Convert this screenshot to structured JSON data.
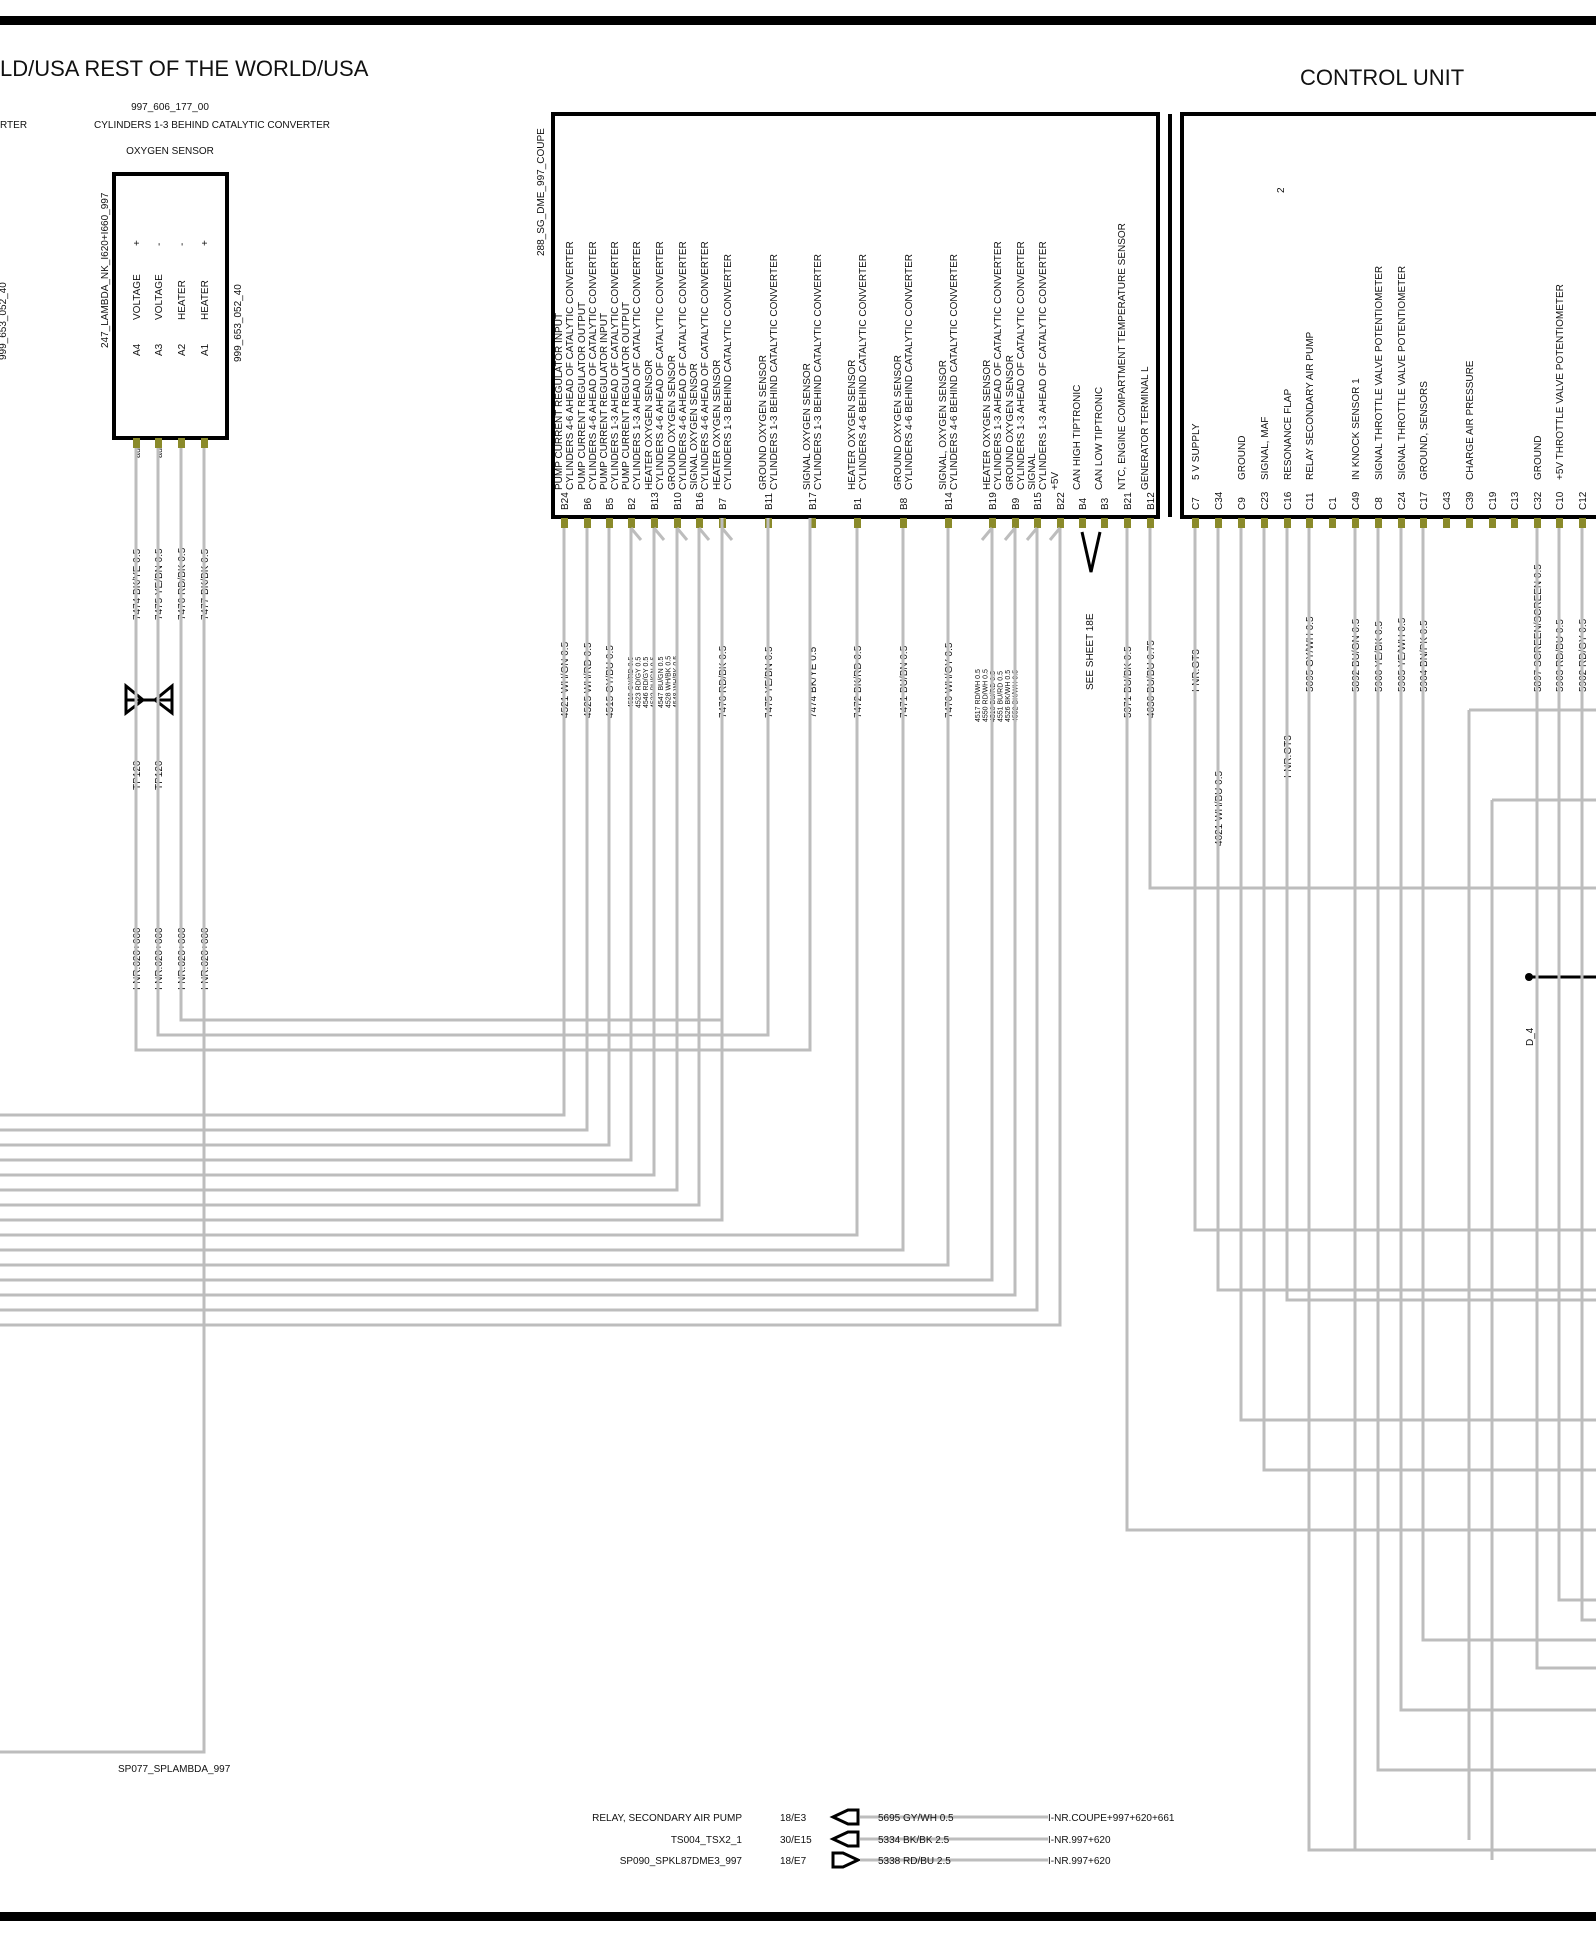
{
  "header_left": "LD/USA REST OF THE WORLD/USA",
  "header_control_unit": "CONTROL UNIT",
  "edge_text_left_top": "RTER",
  "edge_text_left_vertical": "999_653_052_40",
  "sensor": {
    "part_no": "997_606_177_00",
    "description": "CYLINDERS 1-3 BEHIND CATALYTIC CONVERTER",
    "name": "OXYGEN SENSOR",
    "connector_id": "247_LAMBDA_NK_I620+I660_997",
    "connector_part": "999_653_052_40",
    "pins": [
      {
        "pin": "A4",
        "label": "VOLTAGE",
        "polarity": "+",
        "wire": "7474 BK/YE 0.5",
        "tp": "TP120",
        "inr": "I-NR.620+660"
      },
      {
        "pin": "A3",
        "label": "VOLTAGE",
        "polarity": "-",
        "wire": "7475 YE/BN 0.5",
        "tp": "TP120",
        "inr": "I-NR.620+660"
      },
      {
        "pin": "A2",
        "label": "HEATER",
        "polarity": "-",
        "wire": "7476 RD/BK 0.5",
        "tp": "",
        "inr": "I-NR.620+660"
      },
      {
        "pin": "A1",
        "label": "HEATER",
        "polarity": "+",
        "wire": "7477 BK/BK 0.5",
        "tp": "",
        "inr": "I-NR.620+660"
      }
    ],
    "pin_end_labels": [
      "au",
      "au"
    ]
  },
  "dme": {
    "id": "288_SG_DME_997_COUPE",
    "pins": [
      {
        "pin": "B24",
        "l1": "PUMP CURRENT REGULATOR INPUT",
        "l2": "CYLINDERS 4-6 AHEAD OF CATALYTIC CONVERTER",
        "wire": "4521 WH/GN 0.5"
      },
      {
        "pin": "B6",
        "l1": "PUMP CURRENT REGULATOR OUTPUT",
        "l2": "CYLINDERS 4-6 AHEAD OF CATALYTIC CONVERTER",
        "wire": "4525 WH/RD 0.5"
      },
      {
        "pin": "B5",
        "l1": "PUMP CURRENT REGULATOR INPUT",
        "l2": "CYLINDERS 1-3 AHEAD OF CATALYTIC CONVERTER",
        "wire": "4515 GY/BU 0.5"
      },
      {
        "pin": "B2",
        "l1": "PUMP CURRENT REGULATOR OUTPUT",
        "l2": "CYLINDERS 1-3 AHEAD OF CATALYTIC CONVERTER",
        "wire": "4519 GY/RD 0.5"
      },
      {
        "pin": "B13",
        "l1": "HEATER    OXYGEN SENSOR",
        "l2": "CYLINDERS 4-6 AHEAD OF CATALYTIC CONVERTER",
        "wire": "4523 RD/GY 0.5"
      },
      {
        "pin": "B10",
        "l1": "GROUND    OXYGEN SENSOR",
        "l2": "CYLINDERS 4-6 AHEAD OF CATALYTIC CONVERTER",
        "wire": "4522 BU/GN 0.5"
      },
      {
        "pin": "B16",
        "l1": "SIGNAL    OXYGEN SENSOR",
        "l2": "CYLINDERS 4-6 AHEAD OF CATALYTIC CONVERTER",
        "wire": "4528 WH/BK 0.5"
      },
      {
        "pin": "B7",
        "l1": "HEATER    OXYGEN SENSOR",
        "l2": "CYLINDERS 1-3 BEHIND CATALYTIC CONVERTER",
        "wire": "7476 RD/BK 0.5"
      },
      {
        "pin": "B11",
        "l1": "GROUND    OXYGEN SENSOR",
        "l2": "CYLINDERS 1-3 BEHIND CATALYTIC CONVERTER",
        "wire": "7475 YE/BN 0.5"
      },
      {
        "pin": "B17",
        "l1": "SIGNAL    OXYGEN SENSOR",
        "l2": "CYLINDERS 1-3 BEHIND CATALYTIC CONVERTER",
        "wire": "7474 BK/YE 0.5"
      },
      {
        "pin": "B1",
        "l1": "HEATER    OXYGEN SENSOR",
        "l2": "CYLINDERS 4-6 BEHIND CATALYTIC CONVERTER",
        "wire": "7472 BK/RD 0.5"
      },
      {
        "pin": "B8",
        "l1": "GROUND    OXYGEN SENSOR",
        "l2": "CYLINDERS 4-6 BEHIND CATALYTIC CONVERTER",
        "wire": "7471 BU/BN 0.5"
      },
      {
        "pin": "B14",
        "l1": "SIGNAL, OXYGEN SENSOR",
        "l2": "CYLINDERS 4-6 BEHIND CATALYTIC CONVERTER",
        "wire": "7470 WH/GY 0.5"
      },
      {
        "pin": "B19",
        "l1": "HEATER    OXYGEN SENSOR",
        "l2": "CYLINDERS 1-3 AHEAD OF CATALYTIC CONVERTER",
        "wire": "4517 RD/WH 0.5"
      },
      {
        "pin": "B9",
        "l1": "GROUND    OXYGEN SENSOR",
        "l2": "CYLINDERS 1-3 AHEAD OF CATALYTIC CONVERTER",
        "wire": "4516 BU/RD 0.5"
      },
      {
        "pin": "B15",
        "l1": "SIGNAL",
        "l2": "CYLINDERS 1-3 AHEAD OF CATALYTIC CONVERTER",
        "wire": "4526 BK/WH 0.5"
      },
      {
        "pin": "B22",
        "l1": "+5V",
        "l2": "",
        "wire": ""
      },
      {
        "pin": "B4",
        "l1": "CAN HIGH      TIPTRONIC",
        "l2": "",
        "wire": ""
      },
      {
        "pin": "B3",
        "l1": "CAN LOW       TIPTRONIC",
        "l2": "",
        "wire": ""
      },
      {
        "pin": "B21",
        "l1": "NTC, ENGINE COMPARTMENT TEMPERATURE SENSOR",
        "l2": "",
        "wire": "5371 BU/BK 0.5"
      },
      {
        "pin": "B12",
        "l1": "GENERATOR     TERMINAL L",
        "l2": "",
        "wire": "4636 BU/BU 0.75"
      }
    ],
    "small_wires_left": [
      "4519 GY/RD 0.5",
      "4523 RD/GY 0.5",
      "4546 RD/GY 0.5",
      "4522 BU/GN 0.5",
      "4547 BU/GN 0.5",
      "4528 WH/BK 0.5",
      "4548 WH/BK 0.5"
    ],
    "small_wires_right": [
      "4517 RD/WH 0.5",
      "4550 RD/WH 0.5",
      "4516 BU/RD 0.5",
      "4551 BU/RD 0.5",
      "4526 BK/WH 0.5",
      "4552 BK/WH 0.5"
    ],
    "see_sheet": "SEE SHEET 18E"
  },
  "control_unit": {
    "note_number": "2",
    "pins": [
      {
        "pin": "C7",
        "label": "5 V SUPPLY",
        "wire": "I-NR.GT3"
      },
      {
        "pin": "C34",
        "label": "",
        "wire": "4621 WH/BU 0.5"
      },
      {
        "pin": "C9",
        "label": "GROUND",
        "wire": ""
      },
      {
        "pin": "C23",
        "label": "SIGNAL, MAF",
        "wire": ""
      },
      {
        "pin": "C16",
        "label": "RESONANCE FLAP",
        "wire": "I-NR.GT3"
      },
      {
        "pin": "C11",
        "label": "RELAY     SECONDARY AIR PUMP",
        "wire": "5695 GY/WH 0.5"
      },
      {
        "pin": "C1",
        "label": "",
        "wire": ""
      },
      {
        "pin": "C49",
        "label": "IN      KNOCK SENSOR 1",
        "wire": "5892 BU/GN 0.5"
      },
      {
        "pin": "C8",
        "label": "SIGNAL    THROTTLE VALVE        POTENTIOMETER",
        "wire": "5906 YE/BK 0.5"
      },
      {
        "pin": "C24",
        "label": "SIGNAL    THROTTLE VALVE        POTENTIOMETER",
        "wire": "5905 YE/WH 0.5"
      },
      {
        "pin": "C17",
        "label": "GROUND, SENSORS",
        "wire": "5904 BN/PK 0.5"
      },
      {
        "pin": "C43",
        "label": "",
        "wire": ""
      },
      {
        "pin": "C39",
        "label": "CHARGE AIR PRESSURE",
        "wire": ""
      },
      {
        "pin": "C19",
        "label": "",
        "wire": ""
      },
      {
        "pin": "C13",
        "label": "",
        "wire": ""
      },
      {
        "pin": "C32",
        "label": "GROUND",
        "wire": "5897 SCREEN/SCREEN 0.5"
      },
      {
        "pin": "C10",
        "label": "+5V     THROTTLE VALVE          POTENTIOMETER",
        "wire": "5903 RD/BU 0.5"
      },
      {
        "pin": "C12",
        "label": "",
        "wire": "5902 RD/GY 0.5"
      }
    ],
    "splice": "D_4"
  },
  "splice_bottom_left": "SP077_SPLAMBDA_997",
  "bottom_references": [
    {
      "name": "RELAY, SECONDARY AIR PUMP",
      "ref": "18/E3",
      "wire": "5695 GY/WH 0.5",
      "inr": "I-NR.COUPE+997+620+661",
      "dir": "in"
    },
    {
      "name": "TS004_TSX2_1",
      "ref": "30/E15",
      "wire": "5334 BK/BK 2.5",
      "inr": "I-NR.997+620",
      "dir": "in"
    },
    {
      "name": "SP090_SPKL87DME3_997",
      "ref": "18/E7",
      "wire": "5338 RD/BU 2.5",
      "inr": "I-NR.997+620",
      "dir": "out"
    }
  ]
}
